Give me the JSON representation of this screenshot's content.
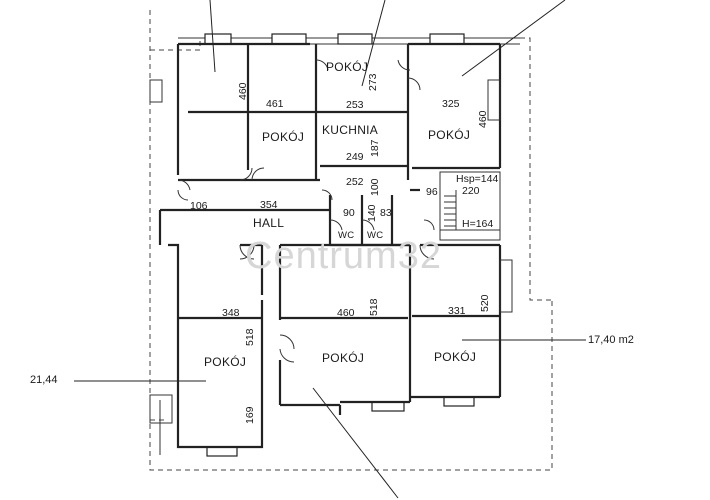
{
  "plan": {
    "watermark": "Centrum32",
    "rooms": [
      {
        "id": "pokoj-top-left",
        "label": "POKÓJ"
      },
      {
        "id": "pokoj-small-top",
        "label": "POKÓJ"
      },
      {
        "id": "kuchnia",
        "label": "KUCHNIA"
      },
      {
        "id": "pokoj-top-right",
        "label": "POKÓJ"
      },
      {
        "id": "hall",
        "label": "HALL"
      },
      {
        "id": "wc-1",
        "label": "WC"
      },
      {
        "id": "wc-2",
        "label": "WC"
      },
      {
        "id": "pokoj-bottom-left",
        "label": "POKÓJ"
      },
      {
        "id": "pokoj-bottom-middle",
        "label": "POKÓJ"
      },
      {
        "id": "pokoj-bottom-right",
        "label": "POKÓJ"
      }
    ],
    "dimensions": {
      "d460_left": "460",
      "d461": "461",
      "d253": "253",
      "d273": "273",
      "d325": "325",
      "d460_right": "460",
      "d249": "249",
      "d187": "187",
      "d252": "252",
      "d100": "100",
      "d96": "96",
      "d220": "220",
      "d106": "106",
      "d354": "354",
      "d90": "90",
      "d140": "140",
      "d83": "83",
      "d348": "348",
      "d518_left": "518",
      "d460_bottom": "460",
      "d518_mid": "518",
      "d331": "331",
      "d520": "520",
      "d169": "169"
    },
    "stair_labels": {
      "hsp": "Hsp=144",
      "h": "H=164"
    },
    "annotations": {
      "area_right": "17,40 m2",
      "area_left": "21,44"
    }
  }
}
